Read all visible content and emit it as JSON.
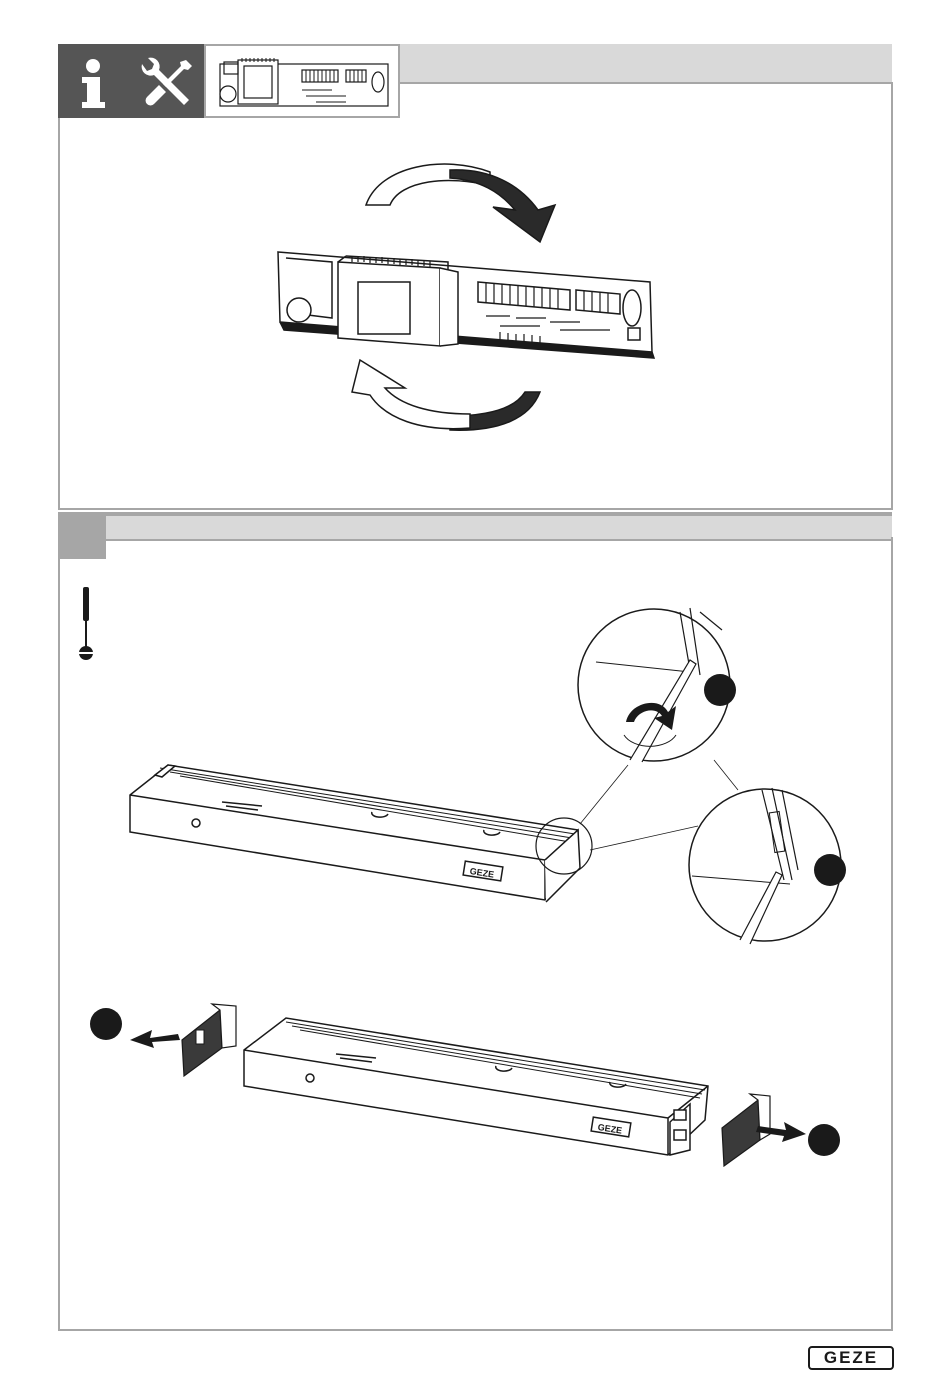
{
  "panel1": {
    "header_icons": [
      "info-icon",
      "tools-icon"
    ],
    "thumbnail": "circuit-board-thumbnail",
    "illustration": "rotate-circuit-board",
    "arrow_directions": [
      "clockwise-over",
      "counterclockwise-under"
    ]
  },
  "panel2": {
    "tool_icon": "screwdriver-icon",
    "illustration": "remove-end-caps",
    "housing_brand_label": "GEZE",
    "callout_markers": [
      "step-dot",
      "step-dot",
      "step-dot",
      "step-dot"
    ]
  },
  "footer": {
    "brand_logo": "GEZE"
  },
  "colors": {
    "tile_dark": "#555555",
    "tile_gray": "#a6a6a6",
    "bar_light": "#d9d9d9",
    "ink": "#1a1a1a"
  }
}
